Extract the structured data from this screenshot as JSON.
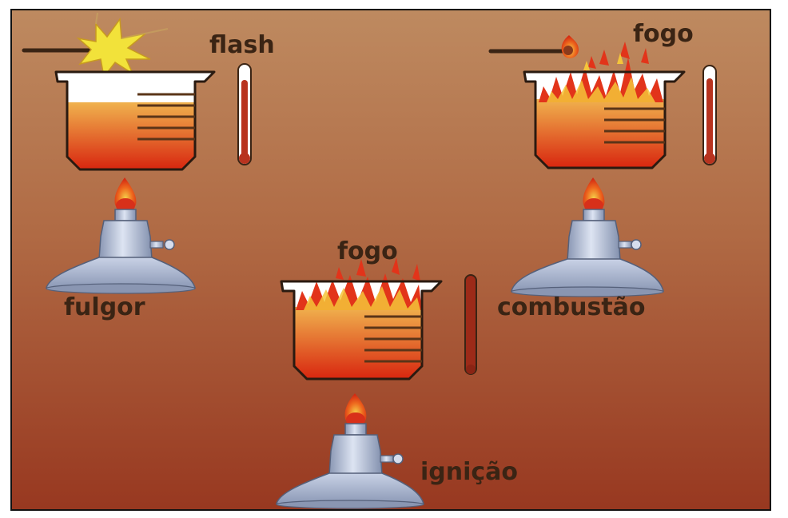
{
  "labels": {
    "flash": "flash",
    "fogo_top": "fogo",
    "fogo_center": "fogo",
    "fulgor": "fulgor",
    "combustao": "combustão",
    "ignicao": "ignição"
  },
  "colors": {
    "background_top": "#b87a4e",
    "background_bottom": "#9a3a1e",
    "liquid_top": "#e9a24a",
    "liquid_bottom": "#d62a12",
    "flame_red": "#e2341a",
    "flame_yellow": "#f4c53a",
    "flash_spark": "#f2e23a",
    "burner_metal": "#a8b4cc",
    "thermometer": "#b8331f"
  }
}
